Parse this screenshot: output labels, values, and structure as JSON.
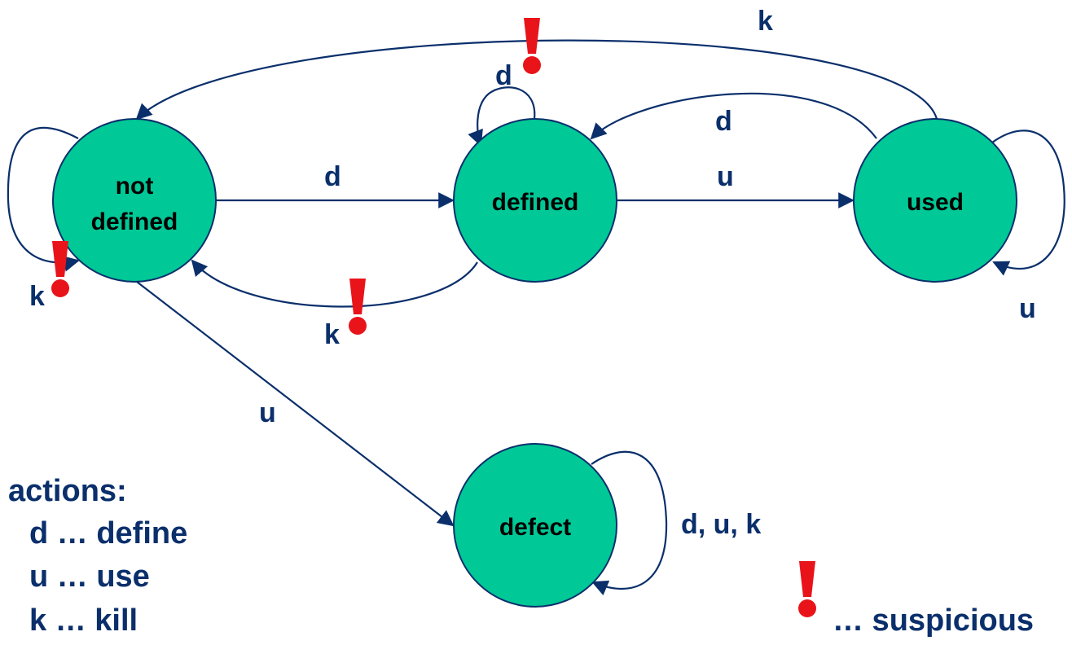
{
  "colors": {
    "node_fill": "#00c896",
    "edge": "#0a2f6b",
    "label": "#0a2f6b",
    "warning": "#e8141a"
  },
  "nodes": {
    "not_defined": {
      "line1": "not",
      "line2": "defined"
    },
    "defined": {
      "label": "defined"
    },
    "used": {
      "label": "used"
    },
    "defect": {
      "label": "defect"
    }
  },
  "edges": {
    "nd_self": "k",
    "nd_to_def": "d",
    "def_to_nd": "k",
    "def_self": "d",
    "def_to_used": "u",
    "used_to_def": "d",
    "used_self": "u",
    "used_to_nd": "k",
    "nd_to_defect": "u",
    "defect_self": "d, u, k"
  },
  "legend": {
    "title": "actions:",
    "items": [
      "d … define",
      "u … use",
      "k … kill"
    ],
    "suspicious": "… suspicious"
  },
  "icons": [
    "exclamation-icon"
  ]
}
